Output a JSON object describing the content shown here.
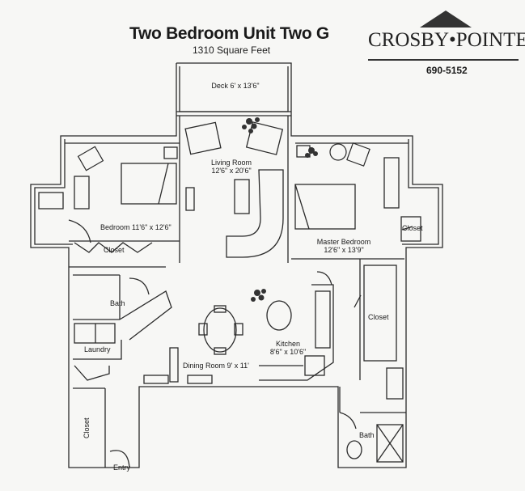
{
  "header": {
    "title": "Two Bedroom Unit Two G",
    "subtitle": "1310 Square Feet",
    "brand": "CROSBY•POINTE",
    "phone": "690-5152"
  },
  "rooms": {
    "deck": {
      "name": "Deck",
      "size": "6' x 13'6\""
    },
    "living": {
      "name": "Living Room",
      "size": "12'6\" x 20'6\""
    },
    "bedroom": {
      "name": "Bedroom",
      "size": "11'6\" x 12'6\""
    },
    "master": {
      "name": "Master Bedroom",
      "size": "12'6\" x 13'9\""
    },
    "kitchen": {
      "name": "Kitchen",
      "size": "8'6\" x 10'6\""
    },
    "dining": {
      "name": "Dining Room",
      "size": "9' x 11'"
    },
    "closet_bedroom": "Closet",
    "closet_master_small": "Closet",
    "closet_master_walkin": "Closet",
    "closet_entry": "Closet",
    "bath_main": "Bath",
    "bath_master": "Bath",
    "laundry": "Laundry",
    "entry": "Entry"
  }
}
